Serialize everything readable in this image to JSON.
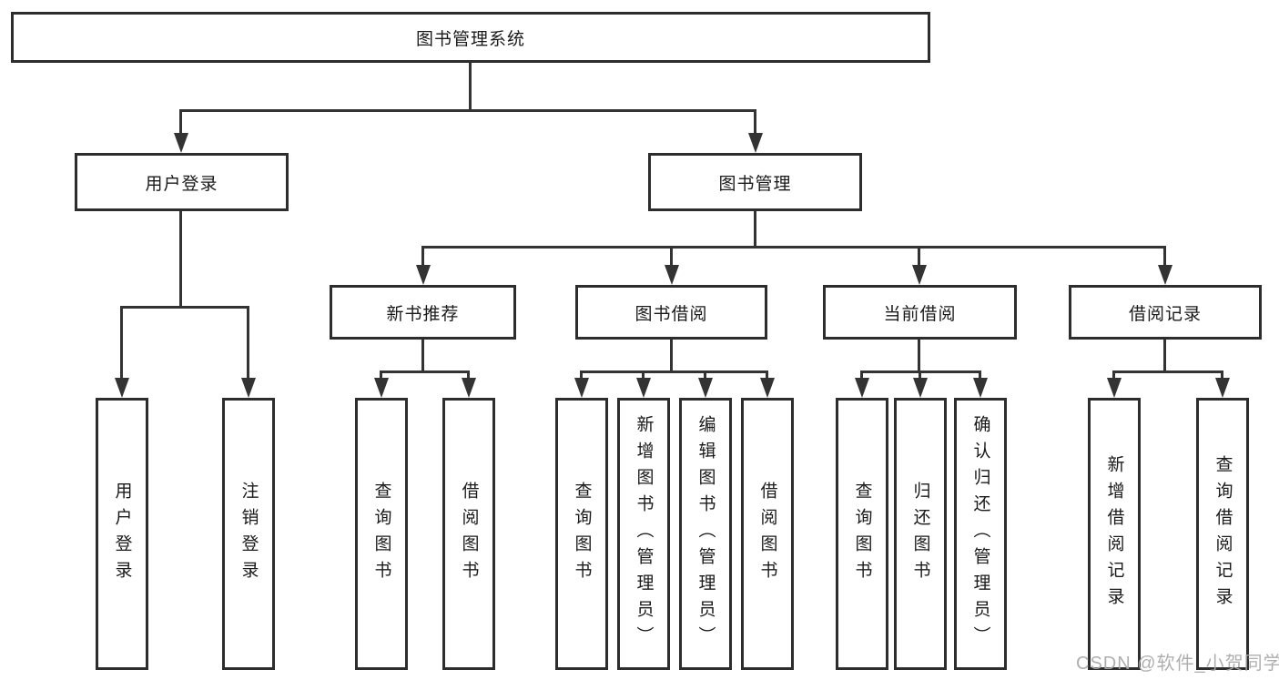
{
  "diagram_title": "图书管理系统",
  "nodes": {
    "root": {
      "label": "图书管理系统"
    },
    "user_login": {
      "label": "用户登录"
    },
    "book_mgmt": {
      "label": "图书管理"
    },
    "new_book_rec": {
      "label": "新书推荐"
    },
    "book_borrow": {
      "label": "图书借阅"
    },
    "current_borrow": {
      "label": "当前借阅"
    },
    "borrow_records": {
      "label": "借阅记录"
    },
    "leaf_user_login": {
      "label": "用户登录"
    },
    "leaf_logout": {
      "label": "注销登录"
    },
    "leaf_rec_query": {
      "label": "查询图书"
    },
    "leaf_rec_borrow": {
      "label": "借阅图书"
    },
    "leaf_bb_query": {
      "label": "查询图书"
    },
    "leaf_bb_add": {
      "label": "新增图书（管理员）"
    },
    "leaf_bb_edit": {
      "label": "编辑图书（管理员）"
    },
    "leaf_bb_borrow": {
      "label": "借阅图书"
    },
    "leaf_cb_query": {
      "label": "查询图书"
    },
    "leaf_cb_return": {
      "label": "归还图书"
    },
    "leaf_cb_confirm": {
      "label": "确认归还（管理员）"
    },
    "leaf_br_add": {
      "label": "新增借阅记录"
    },
    "leaf_br_query": {
      "label": "查询借阅记录"
    }
  },
  "edges": [
    {
      "from": "root",
      "to": "user_login"
    },
    {
      "from": "root",
      "to": "book_mgmt"
    },
    {
      "from": "user_login",
      "to": "leaf_user_login"
    },
    {
      "from": "user_login",
      "to": "leaf_logout"
    },
    {
      "from": "book_mgmt",
      "to": "new_book_rec"
    },
    {
      "from": "book_mgmt",
      "to": "book_borrow"
    },
    {
      "from": "book_mgmt",
      "to": "current_borrow"
    },
    {
      "from": "book_mgmt",
      "to": "borrow_records"
    },
    {
      "from": "new_book_rec",
      "to": "leaf_rec_query"
    },
    {
      "from": "new_book_rec",
      "to": "leaf_rec_borrow"
    },
    {
      "from": "book_borrow",
      "to": "leaf_bb_query"
    },
    {
      "from": "book_borrow",
      "to": "leaf_bb_add"
    },
    {
      "from": "book_borrow",
      "to": "leaf_bb_edit"
    },
    {
      "from": "book_borrow",
      "to": "leaf_bb_borrow"
    },
    {
      "from": "current_borrow",
      "to": "leaf_cb_query"
    },
    {
      "from": "current_borrow",
      "to": "leaf_cb_return"
    },
    {
      "from": "current_borrow",
      "to": "leaf_cb_confirm"
    },
    {
      "from": "borrow_records",
      "to": "leaf_br_add"
    },
    {
      "from": "borrow_records",
      "to": "leaf_br_query"
    }
  ],
  "watermark": "CSDN @软件_小贺同学",
  "colors": {
    "line": "#333333",
    "box_border": "#2d2d2d",
    "text": "#1a1a1a",
    "watermark": "#a8a8a8",
    "background": "#ffffff"
  }
}
